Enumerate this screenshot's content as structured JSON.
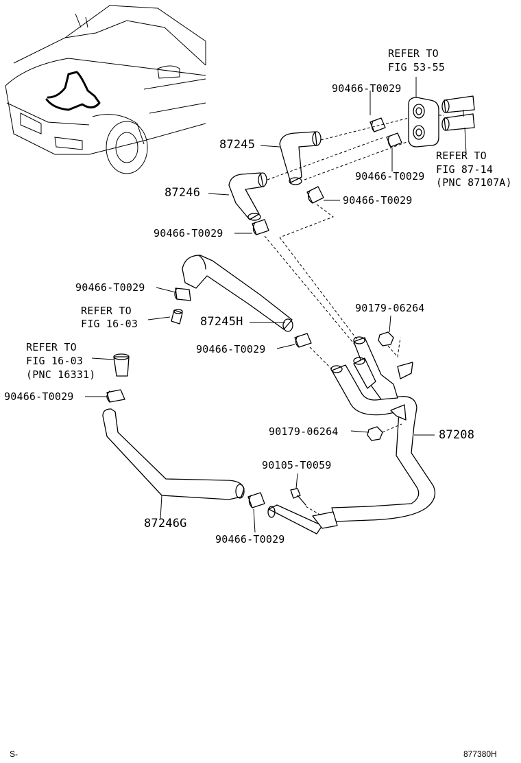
{
  "labels": {
    "refer_53_1": "REFER TO",
    "refer_53_2": "FIG 53-55",
    "clamp_top": "90466-T0029",
    "hose_87245": "87245",
    "clamp_mid_right": "90466-T0029",
    "refer_87_1": "REFER TO",
    "refer_87_2": "FIG 87-14",
    "refer_87_3": "(PNC 87107A)",
    "hose_87246": "87246",
    "clamp_under_right": "90466-T0029",
    "clamp_left_1": "90466-T0029",
    "clamp_left_2": "90466-T0029",
    "refer_16a_1": "REFER TO",
    "refer_16a_2": "FIG 16-03",
    "hose_87245h": "87245H",
    "bolt_1": "90179-06264",
    "clamp_center": "90466-T0029",
    "refer_16b_1": "REFER TO",
    "refer_16b_2": "FIG 16-03",
    "refer_16b_3": "(PNC 16331)",
    "clamp_far_left": "90466-T0029",
    "bolt_2": "90179-06264",
    "pipe_87208": "87208",
    "bolt_3": "90105-T0059",
    "hose_87246g": "87246G",
    "clamp_bottom": "90466-T0029"
  },
  "footer": {
    "left": "S-",
    "right": "877380H"
  }
}
